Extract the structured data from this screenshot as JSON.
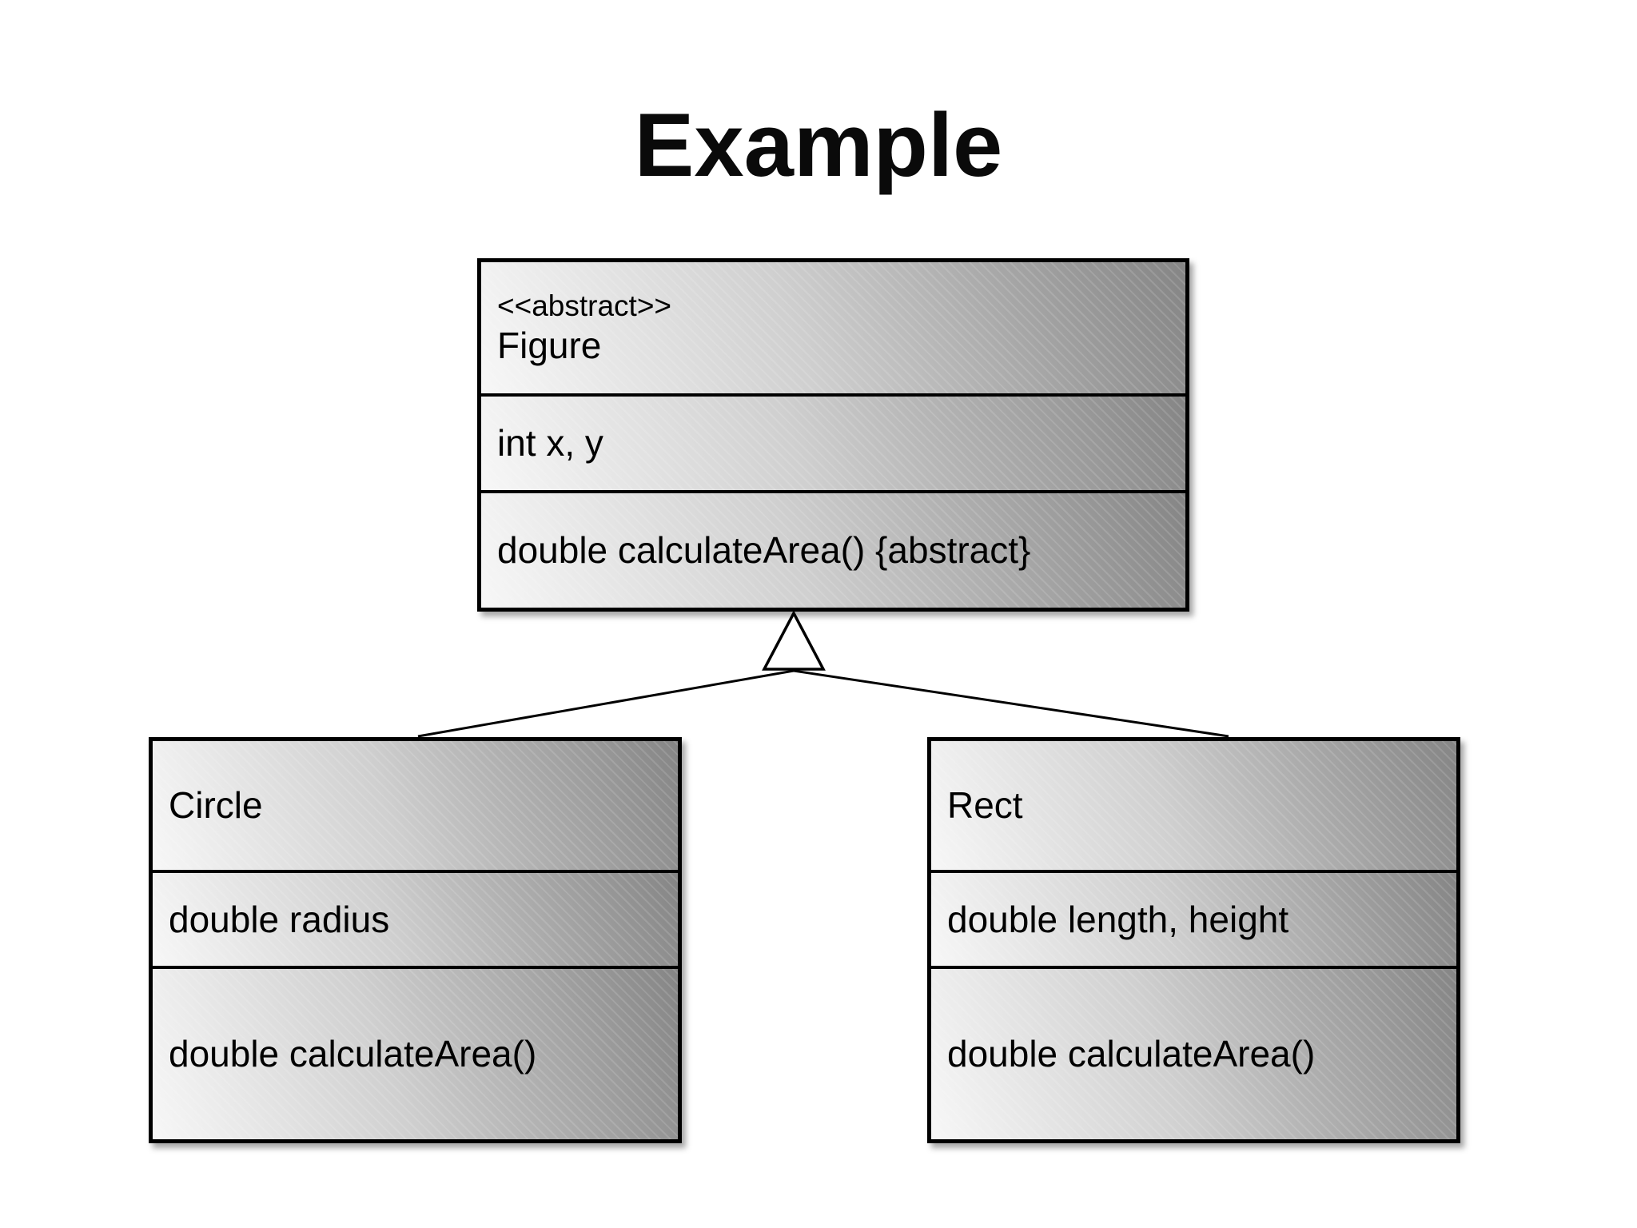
{
  "slide": {
    "title": "Example",
    "background": "#ffffff"
  },
  "colors": {
    "box_gradient_light": "#f7f7f7",
    "box_gradient_dark": "#858585",
    "box_border": "#000000",
    "text": "#000000",
    "connector_line": "#000000",
    "inheritance_triangle_fill": "#ffffff"
  },
  "classes": [
    {
      "stereotype": "<<abstract>>",
      "name": "Figure",
      "attributes": "int x, y",
      "methods": "double calculateArea() {abstract}"
    },
    {
      "name": "Circle",
      "attributes": "double radius",
      "methods": "double calculateArea()"
    },
    {
      "name": "Rect",
      "attributes": "double length, height",
      "methods": "double calculateArea()"
    }
  ],
  "relationships": [
    {
      "type": "inheritance",
      "parent": "Figure",
      "child": "Circle"
    },
    {
      "type": "inheritance",
      "parent": "Figure",
      "child": "Rect"
    }
  ]
}
